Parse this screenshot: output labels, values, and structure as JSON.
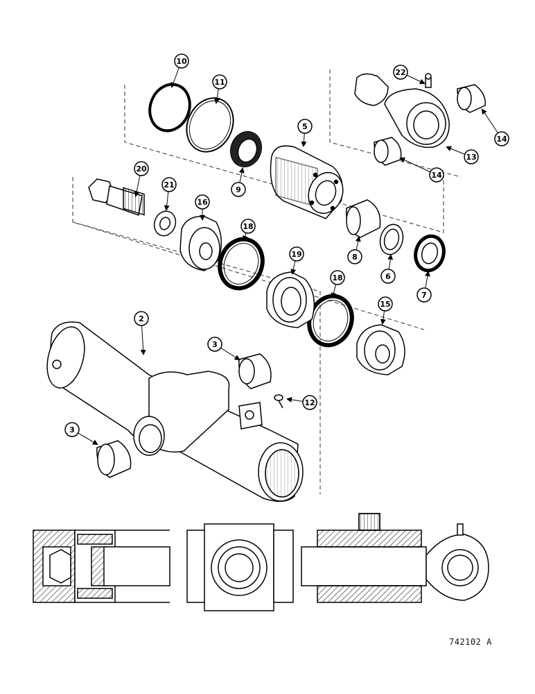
{
  "diagram": {
    "reference_code": "742102 A",
    "callouts": [
      {
        "id": "part-10",
        "label": "10"
      },
      {
        "id": "part-11",
        "label": "11"
      },
      {
        "id": "part-22",
        "label": "22"
      },
      {
        "id": "part-5",
        "label": "5"
      },
      {
        "id": "part-9",
        "label": "9"
      },
      {
        "id": "part-14a",
        "label": "14"
      },
      {
        "id": "part-14b",
        "label": "14"
      },
      {
        "id": "part-13",
        "label": "13"
      },
      {
        "id": "part-20",
        "label": "20"
      },
      {
        "id": "part-21",
        "label": "21"
      },
      {
        "id": "part-16",
        "label": "16"
      },
      {
        "id": "part-18a",
        "label": "18"
      },
      {
        "id": "part-19",
        "label": "19"
      },
      {
        "id": "part-18b",
        "label": "18"
      },
      {
        "id": "part-8",
        "label": "8"
      },
      {
        "id": "part-6",
        "label": "6"
      },
      {
        "id": "part-7",
        "label": "7"
      },
      {
        "id": "part-15",
        "label": "15"
      },
      {
        "id": "part-2",
        "label": "2"
      },
      {
        "id": "part-3a",
        "label": "3"
      },
      {
        "id": "part-12",
        "label": "12"
      },
      {
        "id": "part-3b",
        "label": "3"
      }
    ]
  }
}
